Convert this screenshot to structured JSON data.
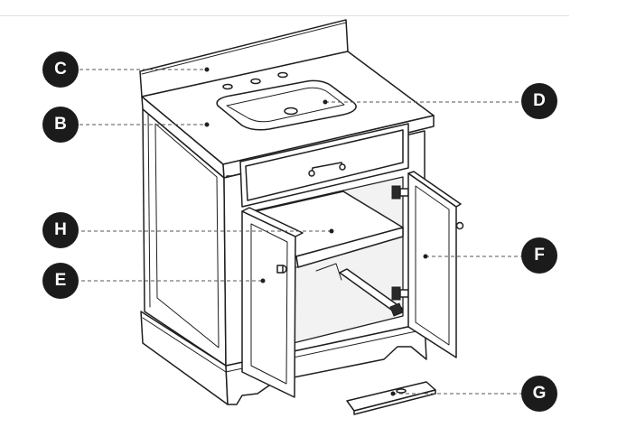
{
  "callouts": {
    "c": "C",
    "b": "B",
    "h": "H",
    "e": "E",
    "d": "D",
    "f": "F",
    "g": "G"
  }
}
